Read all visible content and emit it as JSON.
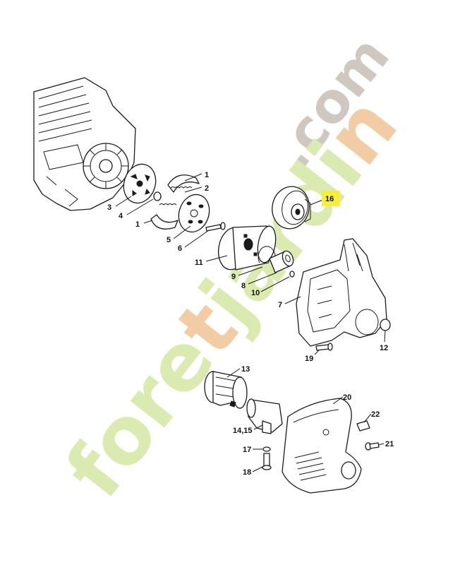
{
  "watermark": {
    "prefix": "fore",
    "accent": "t",
    "middle": "jardi",
    "accent_i": "n",
    "domain": ".com",
    "color_main": "#d6e8a8",
    "color_accent": "#f1c79b",
    "color_domain": "#c9c3bb"
  },
  "highlight_color": "#f5ef3a",
  "labels": {
    "l1": "1",
    "l2": "2",
    "l3": "3",
    "l4": "4",
    "l1b": "1",
    "l5": "5",
    "l6": "6",
    "l11": "11",
    "l9": "9",
    "l8": "8",
    "l10": "10",
    "l16": "16",
    "l7": "7",
    "l12": "12",
    "l19": "19",
    "l13": "13",
    "l20": "20",
    "l22": "22",
    "l14_15": "14,15",
    "l21": "21",
    "l17": "17",
    "l18": "18"
  }
}
